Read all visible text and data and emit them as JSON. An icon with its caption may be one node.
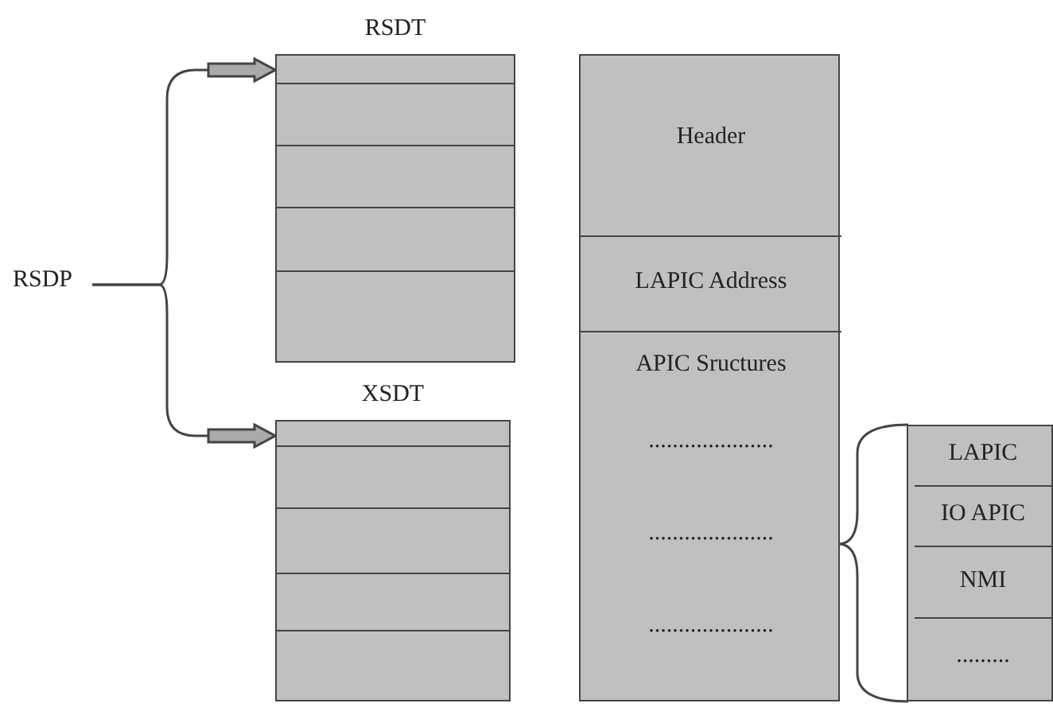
{
  "diagram": {
    "nodes": [
      {
        "text": [
          "RSDP"
        ]
      },
      {
        "text": [
          "RSDT"
        ]
      },
      {
        "text": [
          "XSDT"
        ]
      },
      {
        "text": [],
        "shape": "box"
      },
      {
        "text": [
          "Header"
        ],
        "in": 3
      },
      {
        "text": [
          "LAPIC Address"
        ],
        "in": 3
      },
      {
        "text": [
          "APIC Sructures",
          ".....................",
          ".....................",
          "....................."
        ],
        "in": 3
      },
      {
        "text": [],
        "shape": "box"
      },
      {
        "text": [
          "LAPIC"
        ],
        "in": 7
      },
      {
        "text": [
          "IO APIC"
        ],
        "in": 7
      },
      {
        "text": [
          "NMI"
        ],
        "in": 7
      },
      {
        "text": [
          "........."
        ],
        "in": 7
      }
    ],
    "edges": [
      {
        "from": 0,
        "to": 1,
        "arrow": "to"
      },
      {
        "from": 0,
        "to": 2,
        "arrow": "to"
      },
      {
        "from": 6,
        "to": 7,
        "arrow": "none"
      }
    ]
  }
}
